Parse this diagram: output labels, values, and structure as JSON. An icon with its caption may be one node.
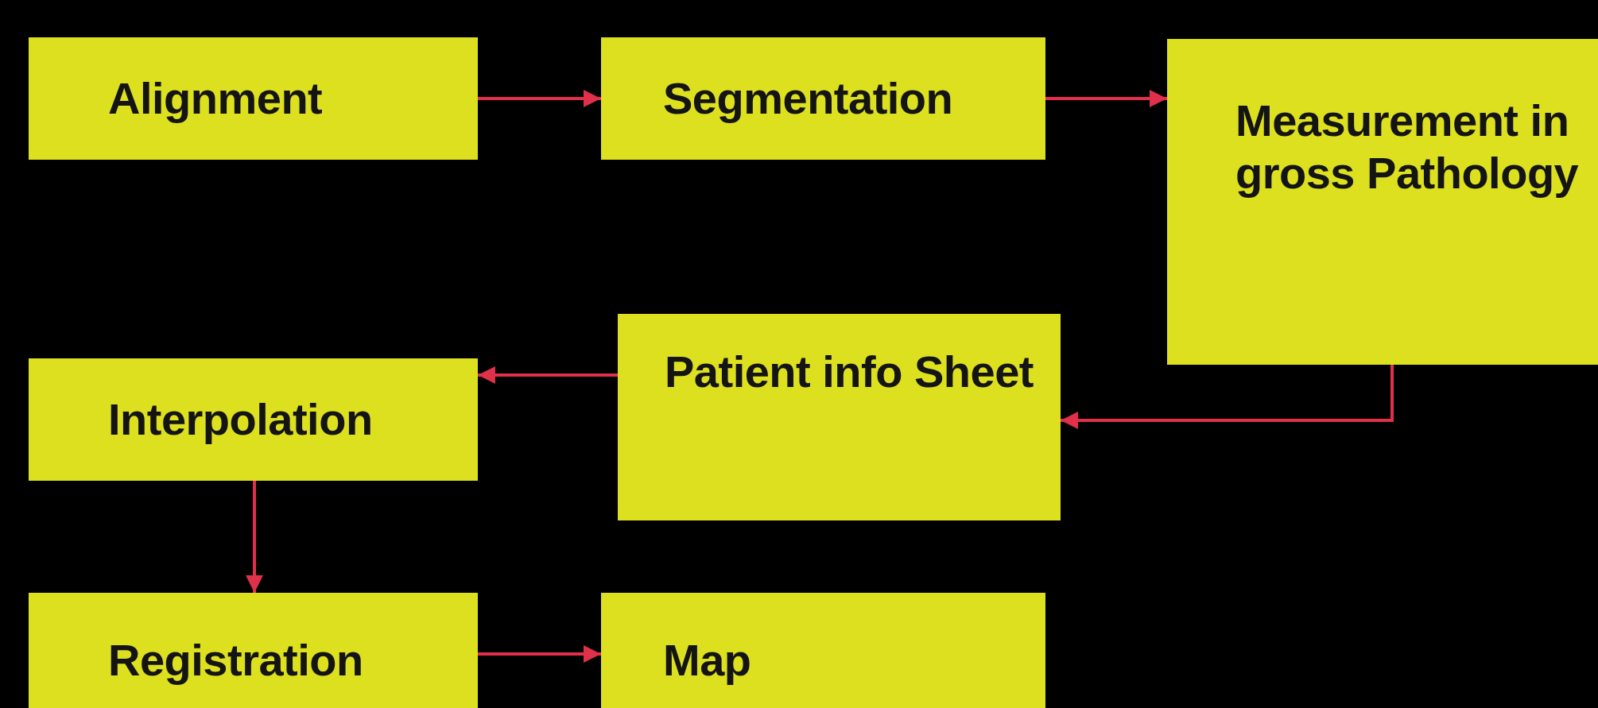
{
  "diagram": {
    "nodes": [
      {
        "text": [
          "Alignment"
        ]
      },
      {
        "text": [
          "Segmentation"
        ]
      },
      {
        "text": [
          "Measurement in gross Pathology"
        ]
      },
      {
        "text": [
          "Patient info Sheet"
        ]
      },
      {
        "text": [
          "Interpolation"
        ]
      },
      {
        "text": [
          "Registration"
        ]
      },
      {
        "text": [
          "Map"
        ]
      }
    ],
    "edges": [
      {
        "from": 0,
        "to": 1,
        "arrow": "to"
      },
      {
        "from": 1,
        "to": 2,
        "arrow": "to"
      },
      {
        "from": 2,
        "to": 3,
        "arrow": "to"
      },
      {
        "from": 3,
        "to": 4,
        "arrow": "to"
      },
      {
        "from": 4,
        "to": 5,
        "arrow": "to"
      },
      {
        "from": 5,
        "to": 6,
        "arrow": "to"
      }
    ]
  }
}
